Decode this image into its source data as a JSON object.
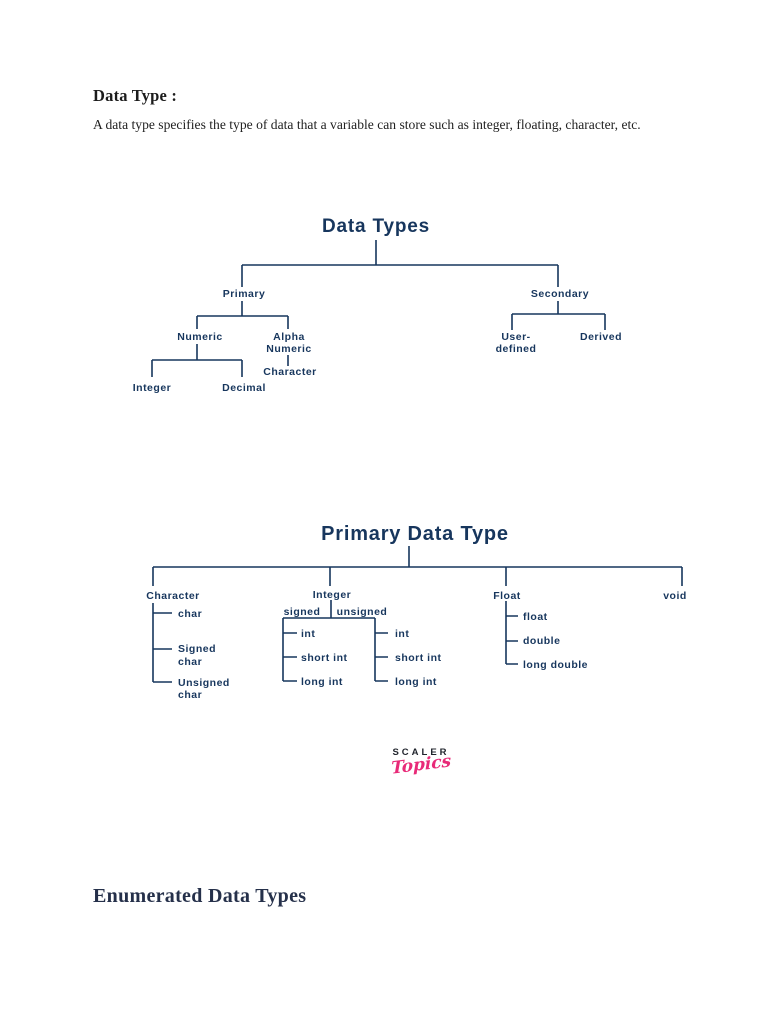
{
  "document": {
    "heading": "Data Type :",
    "intro": "A data type specifies the type of data that a variable can store such as integer, floating, character, etc.",
    "section_heading": "Enumerated Data Types"
  },
  "colors": {
    "diagram_ink": "#17365d",
    "logo_pink": "#e82a78",
    "heading_ink": "#1c1c1c",
    "section_heading_ink": "#25304a",
    "page_background": "#ffffff"
  },
  "diagram1": {
    "title": "Data Types",
    "nodes": {
      "primary": "Primary",
      "secondary": "Secondary",
      "numeric": "Numeric",
      "alpha_line1": "Alpha",
      "alpha_line2": "Numeric",
      "character": "Character",
      "integer": "Integer",
      "decimal": "Decimal",
      "user_defined_line1": "User-",
      "user_defined_line2": "defined",
      "derived": "Derived"
    }
  },
  "diagram2": {
    "title": "Primary Data Type",
    "nodes": {
      "character": "Character",
      "integer": "Integer",
      "float": "Float",
      "void": "void",
      "char": "char",
      "signed_char_line1": "Signed",
      "signed_char_line2": "char",
      "unsigned_char_line1": "Unsigned",
      "unsigned_char_line2": "char",
      "signed": "signed",
      "unsigned": "unsigned",
      "signed_int": "int",
      "signed_short_int": "short int",
      "signed_long_int": "long int",
      "unsigned_int": "int",
      "unsigned_short_int": "short int",
      "unsigned_long_int": "long int",
      "float_child": "float",
      "double_child": "double",
      "long_double_child": "long double"
    }
  },
  "logo": {
    "brand": "SCALER",
    "product": "Topics"
  }
}
